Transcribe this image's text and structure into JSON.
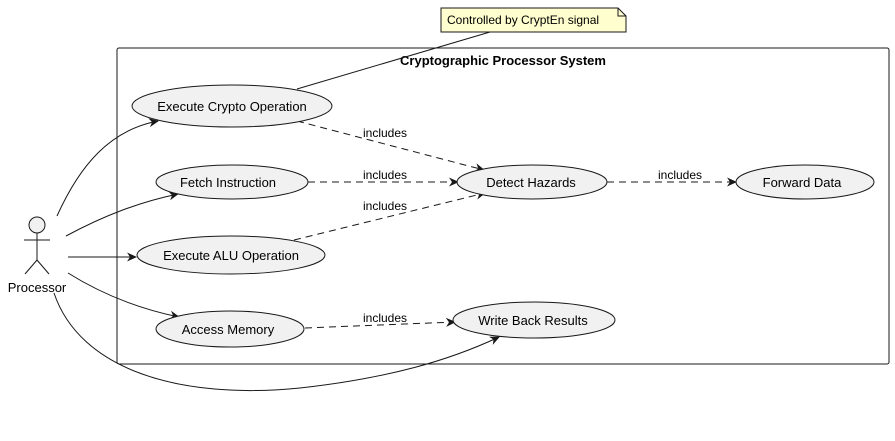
{
  "system": {
    "title": "Cryptographic Processor System"
  },
  "actor": {
    "label": "Processor"
  },
  "note": {
    "text": "Controlled by CryptEn signal"
  },
  "use_cases": {
    "execute_crypto": "Execute Crypto Operation",
    "fetch_instruction": "Fetch Instruction",
    "execute_alu": "Execute ALU Operation",
    "access_memory": "Access Memory",
    "detect_hazards": "Detect Hazards",
    "forward_data": "Forward Data",
    "write_back": "Write Back Results"
  },
  "relations": {
    "crypto_detect": "includes",
    "fetch_detect": "includes",
    "alu_detect": "includes",
    "detect_forward": "includes",
    "memory_writeback": "includes"
  },
  "colors": {
    "use_case_fill": "#f1f1f1",
    "note_fill": "#fefece",
    "stroke": "#181818"
  }
}
